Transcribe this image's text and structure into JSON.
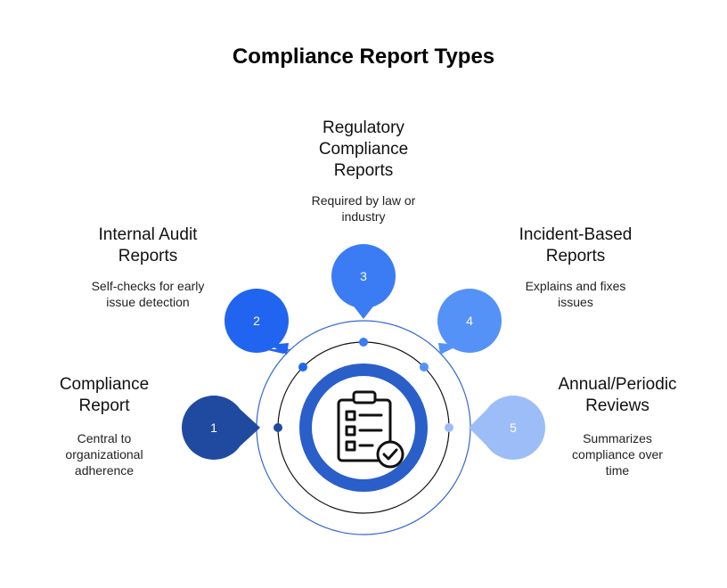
{
  "title": "Compliance Report Types",
  "items": [
    {
      "number": "1",
      "label": "Compliance Report",
      "description": "Central to organizational adherence",
      "color": "#1f4aa0"
    },
    {
      "number": "2",
      "label": "Internal Audit Reports",
      "description": "Self-checks for early issue detection",
      "color": "#2164f0"
    },
    {
      "number": "3",
      "label": "Regulatory Compliance Reports",
      "description": "Required by law or industry",
      "color": "#3b7cf5"
    },
    {
      "number": "4",
      "label": "Incident-Based Reports",
      "description": "Explains and fixes issues",
      "color": "#5592f7"
    },
    {
      "number": "5",
      "label": "Annual/Periodic Reviews",
      "description": "Summarizes compliance over time",
      "color": "#9dbdf9"
    }
  ],
  "center_icon": "clipboard-check-icon",
  "colors": {
    "ring": "#2a5ec9",
    "outer_ring": "#3268cf",
    "inner_ring": "#111111"
  }
}
